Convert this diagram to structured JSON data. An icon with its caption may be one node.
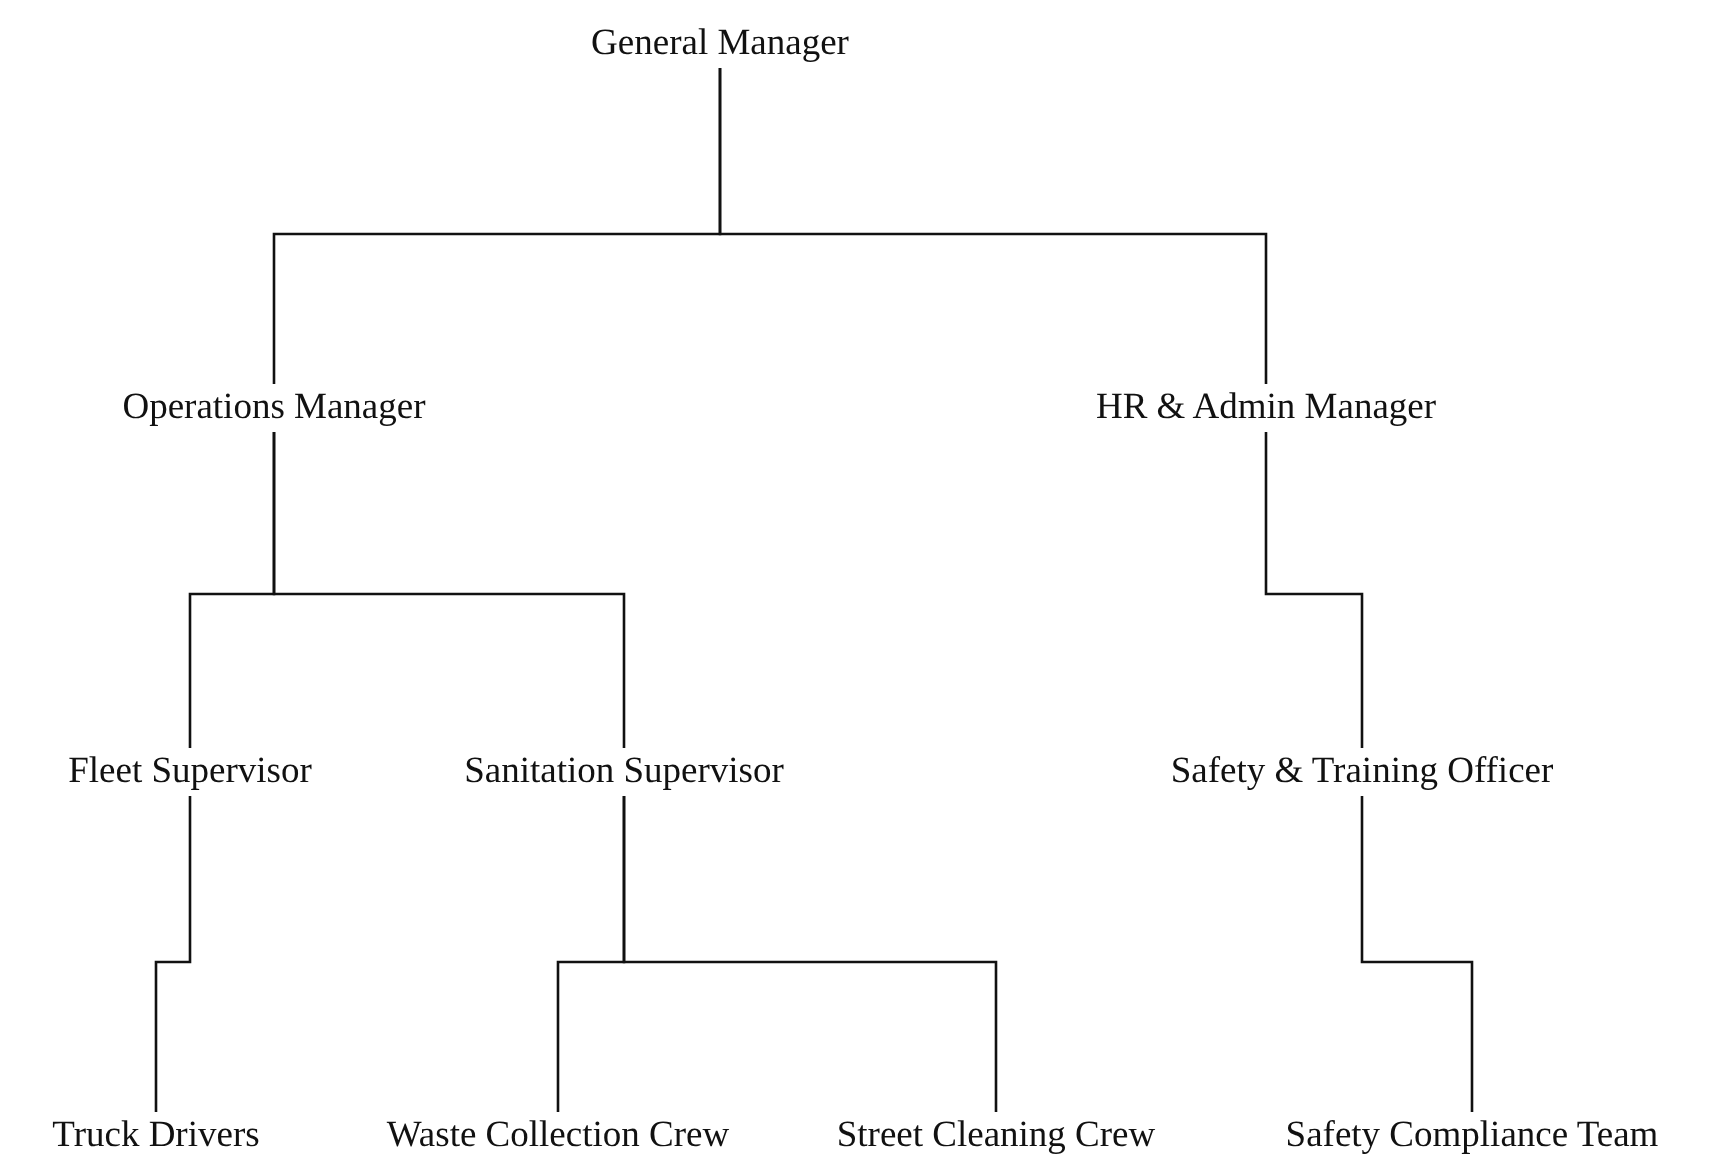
{
  "diagram": {
    "nodes": [
      {
        "text": [
          "General Manager"
        ]
      },
      {
        "text": [
          "Operations Manager"
        ]
      },
      {
        "text": [
          "HR & Admin Manager"
        ]
      },
      {
        "text": [
          "Fleet Supervisor"
        ]
      },
      {
        "text": [
          "Sanitation Supervisor"
        ]
      },
      {
        "text": [
          "Safety & Training Officer"
        ]
      },
      {
        "text": [
          "Truck Drivers"
        ]
      },
      {
        "text": [
          "Waste Collection Crew"
        ]
      },
      {
        "text": [
          "Street Cleaning Crew"
        ]
      },
      {
        "text": [
          "Safety Compliance Team"
        ]
      }
    ],
    "edges": [
      {
        "from": 0,
        "to": 1,
        "arrow": "none"
      },
      {
        "from": 0,
        "to": 2,
        "arrow": "none"
      },
      {
        "from": 1,
        "to": 3,
        "arrow": "none"
      },
      {
        "from": 1,
        "to": 4,
        "arrow": "none"
      },
      {
        "from": 2,
        "to": 5,
        "arrow": "none"
      },
      {
        "from": 3,
        "to": 6,
        "arrow": "none"
      },
      {
        "from": 4,
        "to": 7,
        "arrow": "none"
      },
      {
        "from": 4,
        "to": 8,
        "arrow": "none"
      },
      {
        "from": 5,
        "to": 9,
        "arrow": "none"
      }
    ]
  }
}
